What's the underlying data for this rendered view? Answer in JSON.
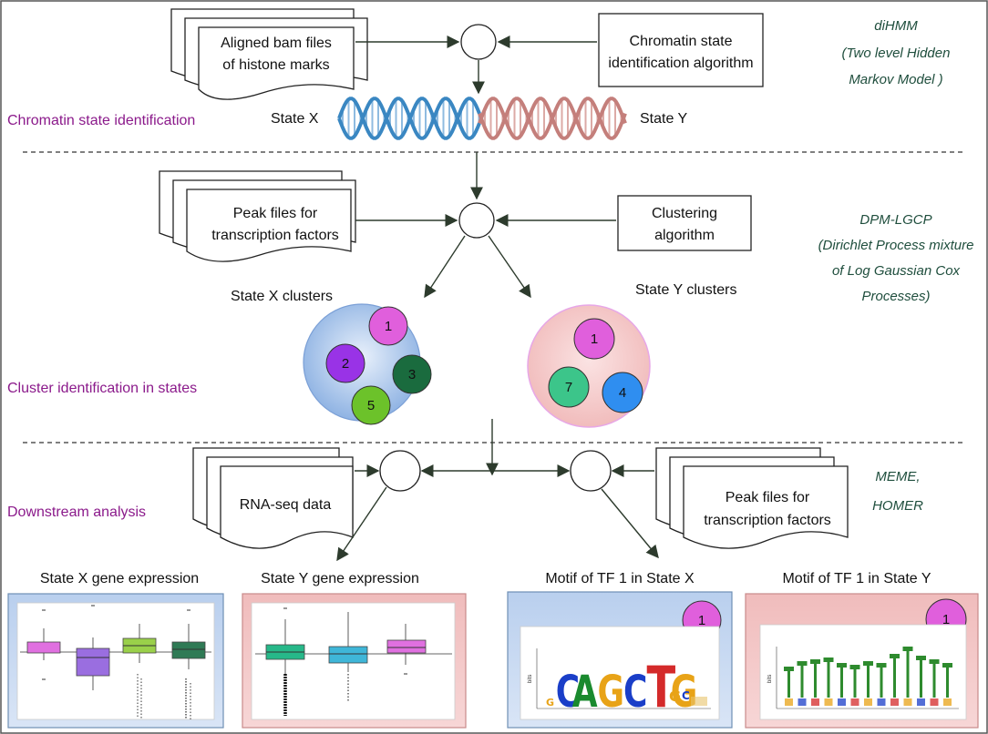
{
  "stage1": {
    "section_label": "Chromatin state identification",
    "input_file_label": [
      "Aligned bam files",
      "of histone marks"
    ],
    "algorithm_label": [
      "Chromatin state",
      "identification algorithm"
    ],
    "method_label": [
      "diHMM",
      "(Two level Hidden",
      "Markov Model )"
    ],
    "state_x_label": "State X",
    "state_y_label": "State Y"
  },
  "stage2": {
    "section_label": "Cluster identification in states",
    "input_file_label": [
      "Peak files for",
      "transcription factors"
    ],
    "algorithm_label": [
      "Clustering",
      "algorithm"
    ],
    "method_label": [
      "DPM-LGCP",
      "(Dirichlet Process mixture",
      "of Log Gaussian Cox",
      "Processes)"
    ],
    "state_x_clusters_label": "State X clusters",
    "state_y_clusters_label": "State Y clusters",
    "state_x_clusters": [
      {
        "id": "1",
        "color": "#e05fdc"
      },
      {
        "id": "2",
        "color": "#9933e6"
      },
      {
        "id": "3",
        "color": "#1a6b3e"
      },
      {
        "id": "5",
        "color": "#6cc22a"
      }
    ],
    "state_y_clusters": [
      {
        "id": "1",
        "color": "#e05fdc"
      },
      {
        "id": "7",
        "color": "#3cc58a"
      },
      {
        "id": "4",
        "color": "#2f8ef0"
      }
    ]
  },
  "stage3": {
    "section_label": "Downstream analysis",
    "rna_label": "RNA-seq data",
    "peak_label": [
      "Peak files for",
      "transcription factors"
    ],
    "method_label": [
      "MEME,",
      "HOMER"
    ]
  },
  "panels": {
    "state_x_expr": "State X gene expression",
    "state_y_expr": "State Y gene expression",
    "motif_x": "Motif of TF 1 in State X",
    "motif_y": "Motif of TF 1 in State Y",
    "motif_badge": "1",
    "motif_axis": "bits"
  },
  "motif_x_letters": [
    "C",
    "A",
    "G",
    "C",
    "T",
    "G",
    "G",
    "C"
  ],
  "colors": {
    "dna_x": "#3a87c2",
    "dna_y": "#c47f7b",
    "section_text": "#8b1a8b",
    "method_text": "#1f4e3d",
    "blue_panel": "#c5d7ef",
    "pink_panel": "#f2c6c6"
  }
}
